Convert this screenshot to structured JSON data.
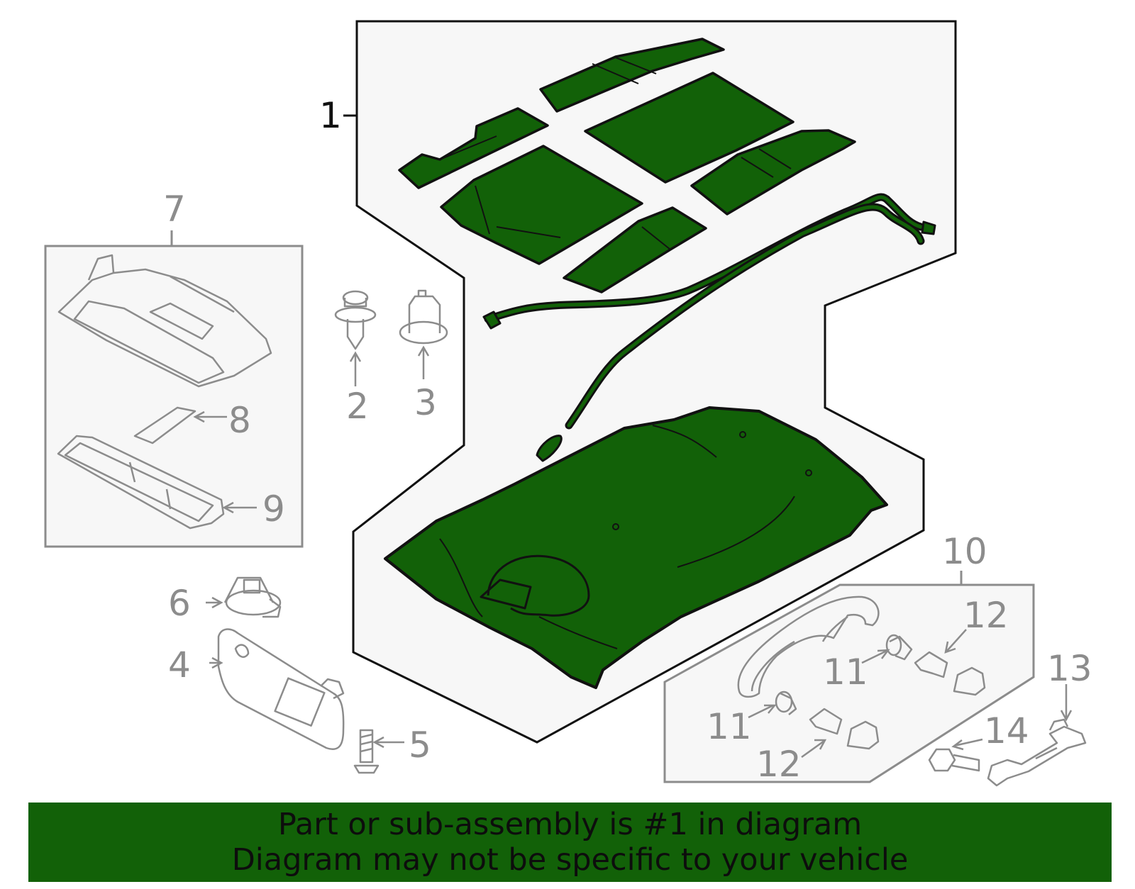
{
  "diagram": {
    "callouts": {
      "c1": "1",
      "c2": "2",
      "c3": "3",
      "c4": "4",
      "c5": "5",
      "c6": "6",
      "c7": "7",
      "c8": "8",
      "c9": "9",
      "c10": "10",
      "c11a": "11",
      "c11b": "11",
      "c12a": "12",
      "c12b": "12",
      "c13": "13",
      "c14": "14"
    },
    "colors": {
      "highlight_fill": "#126108",
      "outline_dark": "#111111",
      "outline_grey": "#8c8c8c",
      "panel_bg": "#f7f7f7"
    }
  },
  "banner": {
    "line1": "Part or sub-assembly is #1 in diagram",
    "line2": "Diagram may not be specific to your vehicle"
  }
}
